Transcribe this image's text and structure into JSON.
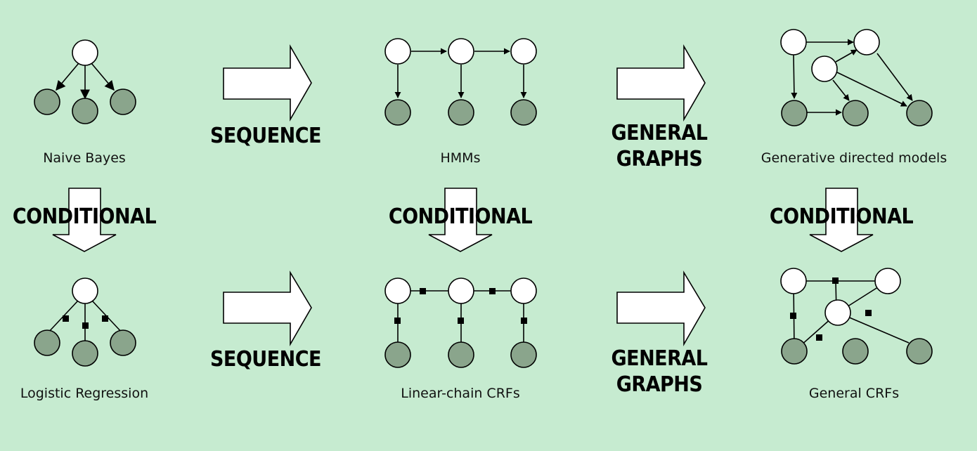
{
  "models": {
    "naive_bayes": "Naive Bayes",
    "hmms": "HMMs",
    "generative_directed": "Generative directed models",
    "logistic_regression": "Logistic Regression",
    "linear_chain_crfs": "Linear-chain CRFs",
    "general_crfs": "General CRFs"
  },
  "arrows": {
    "sequence_top": "SEQUENCE",
    "sequence_bottom": "SEQUENCE",
    "general_graphs_top_line1": "GENERAL",
    "general_graphs_top_line2": "GRAPHS",
    "general_graphs_bottom_line1": "GENERAL",
    "general_graphs_bottom_line2": "GRAPHS",
    "conditional_left": "CONDITIONAL",
    "conditional_middle": "CONDITIONAL",
    "conditional_right": "CONDITIONAL"
  },
  "colors": {
    "background": "#c6ebd0",
    "observed_node": "#8aa58c",
    "hidden_node": "#ffffff"
  }
}
